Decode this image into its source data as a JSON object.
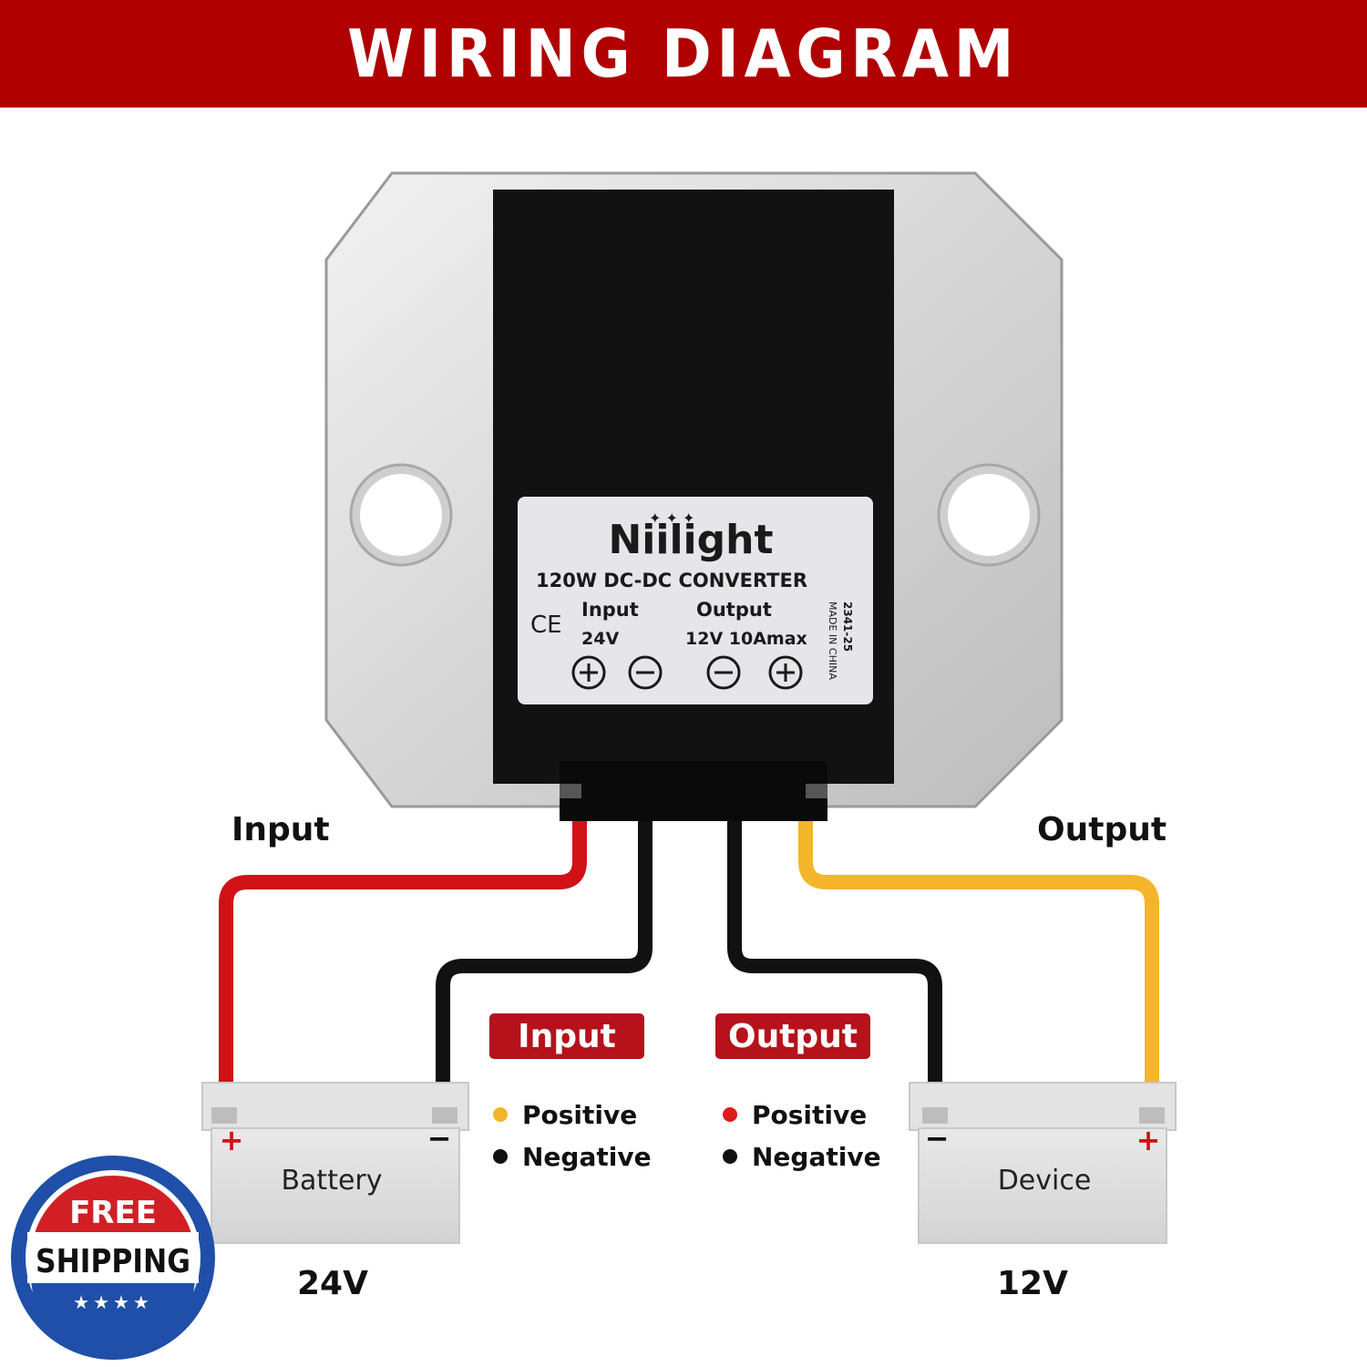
{
  "header": {
    "title": "WIRING DIAGRAM"
  },
  "label": {
    "brand": "Niilight",
    "model": "120W DC-DC CONVERTER",
    "ce_mark": "CE",
    "input_label": "Input",
    "input_voltage": "24V",
    "output_label": "Output",
    "output_spec": "12V 10Amax",
    "code": "2341-25",
    "origin": "MADE IN CHINA",
    "terminal_symbols": [
      "+",
      "−",
      "−",
      "+"
    ]
  },
  "wires": {
    "input_label": "Input",
    "output_label": "Output",
    "colors": {
      "red": "#d01217",
      "black": "#111111",
      "yellow": "#f5b52a"
    }
  },
  "battery": {
    "name": "Battery",
    "voltage": "24V",
    "plus": "+",
    "minus": "−"
  },
  "device": {
    "name": "Device",
    "voltage": "12V",
    "plus": "+",
    "minus": "−"
  },
  "legend": {
    "input": {
      "title": "Input",
      "positive": "Positive",
      "negative": "Negative",
      "positive_color": "#f5b52a",
      "negative_color": "#111111"
    },
    "output": {
      "title": "Output",
      "positive": "Positive",
      "negative": "Negative",
      "positive_color": "#e01b1b",
      "negative_color": "#111111"
    }
  },
  "badge": {
    "line1": "FREE",
    "line2": "SHIPPING",
    "stars": "★★★★"
  },
  "colors": {
    "accent_red": "#b00000",
    "pill_red": "#b5121b"
  }
}
